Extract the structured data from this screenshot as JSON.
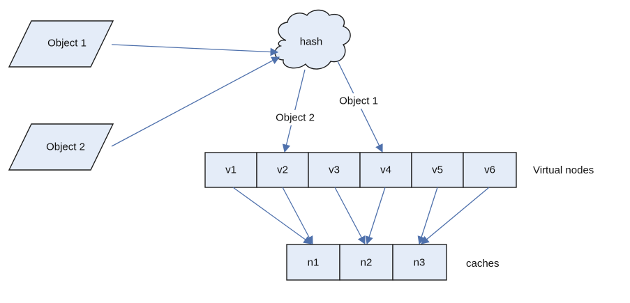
{
  "inputs": [
    {
      "label": "Object 1"
    },
    {
      "label": "Object 2"
    }
  ],
  "hash": {
    "label": "hash"
  },
  "edge_labels": {
    "to_v2": "Object 2",
    "to_v4": "Object 1"
  },
  "virtual_nodes": {
    "row_label": "Virtual nodes",
    "items": [
      "v1",
      "v2",
      "v3",
      "v4",
      "v5",
      "v6"
    ]
  },
  "caches": {
    "row_label": "caches",
    "items": [
      "n1",
      "n2",
      "n3"
    ]
  },
  "colors": {
    "box_fill": "#e4ecf8",
    "arrow": "#4f71ac",
    "outline": "#1e1e1e"
  }
}
